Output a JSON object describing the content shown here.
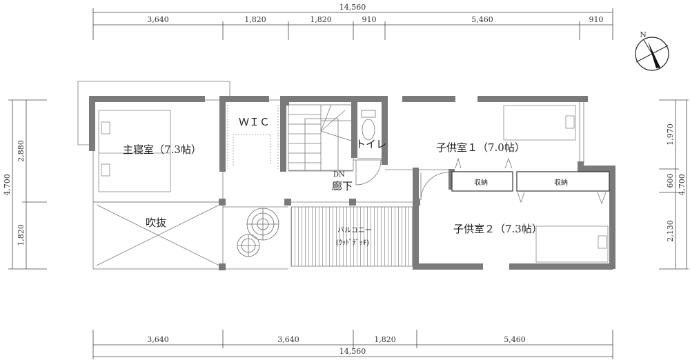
{
  "dimensions": {
    "top_total": "14,560",
    "top_segments": [
      "3,640",
      "1,820",
      "1,820",
      "910",
      "5,460",
      "910"
    ],
    "bottom_total": "14,560",
    "bottom_segments": [
      "3,640",
      "3,640",
      "1,820",
      "5,460"
    ],
    "left_total": "4,700",
    "left_segments": [
      "2,880",
      "1,820"
    ],
    "right_total": "4,700",
    "right_segments": [
      "1,970",
      "600",
      "2,130"
    ]
  },
  "rooms": {
    "master_bedroom": "主寝室（7.3帖）",
    "wic": "ＷＩＣ",
    "toilet": "トイレ",
    "child1": "子供室１（7.0帖）",
    "child2": "子供室２（7.3帖）",
    "void": "吹抜",
    "hallway": "廊下",
    "dn": "DN",
    "balcony": "バルコニー",
    "balcony_note": "(ｳｯﾄﾞﾃﾞｯｷ)",
    "storage1": "収納",
    "storage2": "収納"
  },
  "compass": {
    "label": "N"
  }
}
